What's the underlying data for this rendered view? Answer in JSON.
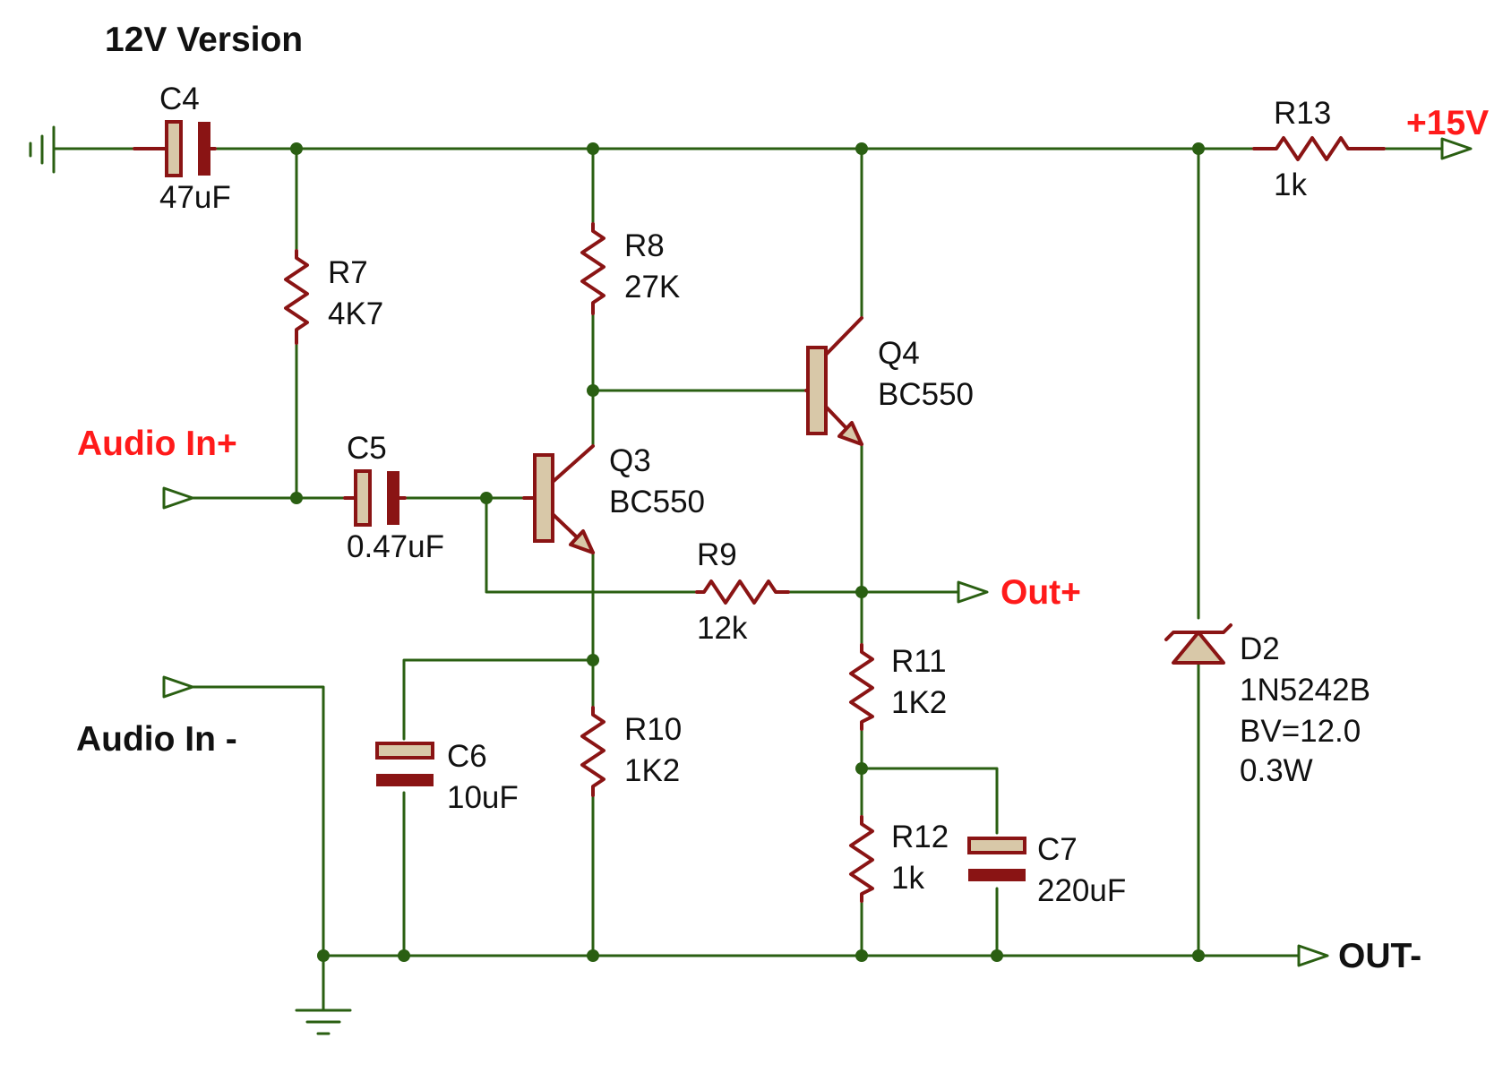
{
  "title": "12V Version",
  "colors": {
    "wire": "#2a5f12",
    "component": "#8a1414",
    "component_fill": "#d8c8a8",
    "net_label": "#ff1a1a",
    "text": "#111111"
  },
  "components": {
    "C4": {
      "ref": "C4",
      "value": "47uF"
    },
    "C5": {
      "ref": "C5",
      "value": "0.47uF"
    },
    "C6": {
      "ref": "C6",
      "value": "10uF"
    },
    "C7": {
      "ref": "C7",
      "value": "220uF"
    },
    "R7": {
      "ref": "R7",
      "value": "4K7"
    },
    "R8": {
      "ref": "R8",
      "value": "27K"
    },
    "R9": {
      "ref": "R9",
      "value": "12k"
    },
    "R10": {
      "ref": "R10",
      "value": "1K2"
    },
    "R11": {
      "ref": "R11",
      "value": "1K2"
    },
    "R12": {
      "ref": "R12",
      "value": "1k"
    },
    "R13": {
      "ref": "R13",
      "value": "1k"
    },
    "Q3": {
      "ref": "Q3",
      "value": "BC550"
    },
    "Q4": {
      "ref": "Q4",
      "value": "BC550"
    },
    "D2": {
      "ref": "D2",
      "value": "1N5242B",
      "bv": "BV=12.0",
      "power": "0.3W"
    }
  },
  "net_labels": {
    "supply": "+15V",
    "audio_in_pos": "Audio In+",
    "audio_in_neg": "Audio In -",
    "out_pos": "Out+",
    "out_neg": "OUT-"
  }
}
